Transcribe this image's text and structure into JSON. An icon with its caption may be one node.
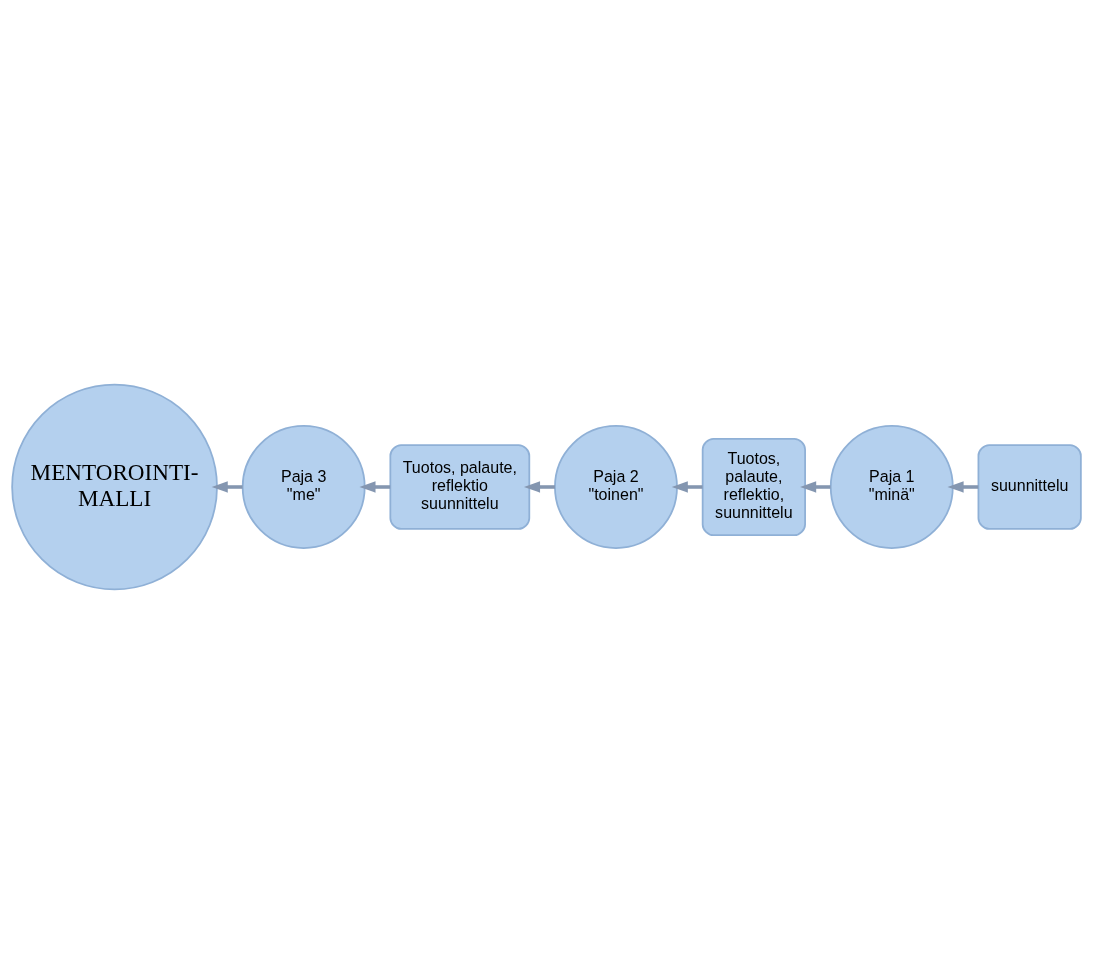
{
  "diagram": {
    "nodes": [
      {
        "text": [
          "MENTOROINTI- MALLI"
        ]
      },
      {
        "text": [
          "suunnittelu"
        ]
      },
      {
        "text": [
          "Paja 1 \"minä\""
        ]
      },
      {
        "text": [
          "Tuotos, palaute, reflektio, suunnittelu"
        ]
      },
      {
        "text": [
          "Paja 2 \"toinen\""
        ]
      },
      {
        "text": [
          "Tuotos, palaute, reflektio suunnittelu"
        ]
      },
      {
        "text": [
          "Paja 3 \"me\""
        ]
      }
    ],
    "edges": [
      {
        "from": 1,
        "to": 2,
        "arrow": "to"
      },
      {
        "from": 2,
        "to": 3,
        "arrow": "to"
      },
      {
        "from": 3,
        "to": 4,
        "arrow": "to"
      },
      {
        "from": 4,
        "to": 5,
        "arrow": "to"
      },
      {
        "from": 5,
        "to": 6,
        "arrow": "to"
      },
      {
        "from": 6,
        "to": 0,
        "arrow": "to"
      }
    ]
  }
}
